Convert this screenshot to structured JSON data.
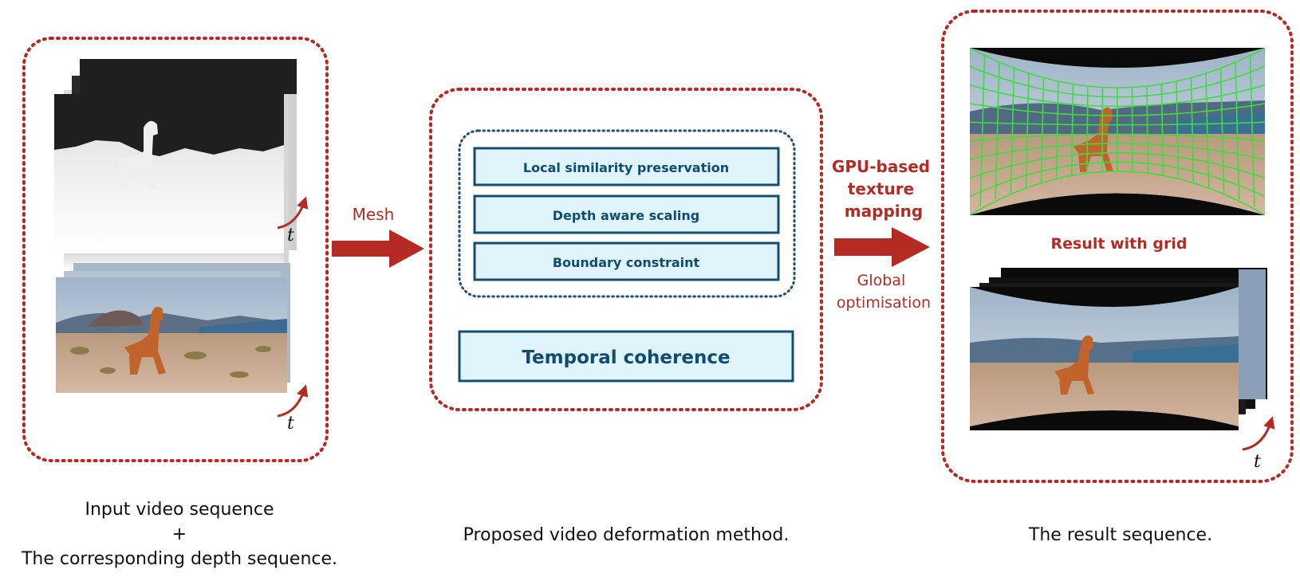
{
  "colors": {
    "accent_red": "#b52a22",
    "box_fill": "#dff4fb",
    "box_stroke": "#154c73",
    "dotted_blue": "#1c4f7a"
  },
  "input_panel": {
    "time_label_depth": "t",
    "time_label_video": "t"
  },
  "mesh_arrow": {
    "label": "Mesh"
  },
  "method_panel": {
    "constraints": [
      {
        "label": "Local similarity preservation"
      },
      {
        "label": "Depth aware scaling"
      },
      {
        "label": "Boundary constraint"
      }
    ],
    "temporal": {
      "label": "Temporal coherence"
    }
  },
  "mapping_arrow": {
    "top_label_lines": [
      "GPU-based",
      "texture",
      "mapping"
    ],
    "bottom_label_lines": [
      "Global",
      "optimisation"
    ]
  },
  "result_panel": {
    "grid_caption": "Result with grid",
    "time_label": "t"
  },
  "captions": {
    "input_lines": [
      "Input video sequence",
      "+",
      "The corresponding depth sequence."
    ],
    "method": "Proposed video deformation method.",
    "result": "The result sequence."
  }
}
